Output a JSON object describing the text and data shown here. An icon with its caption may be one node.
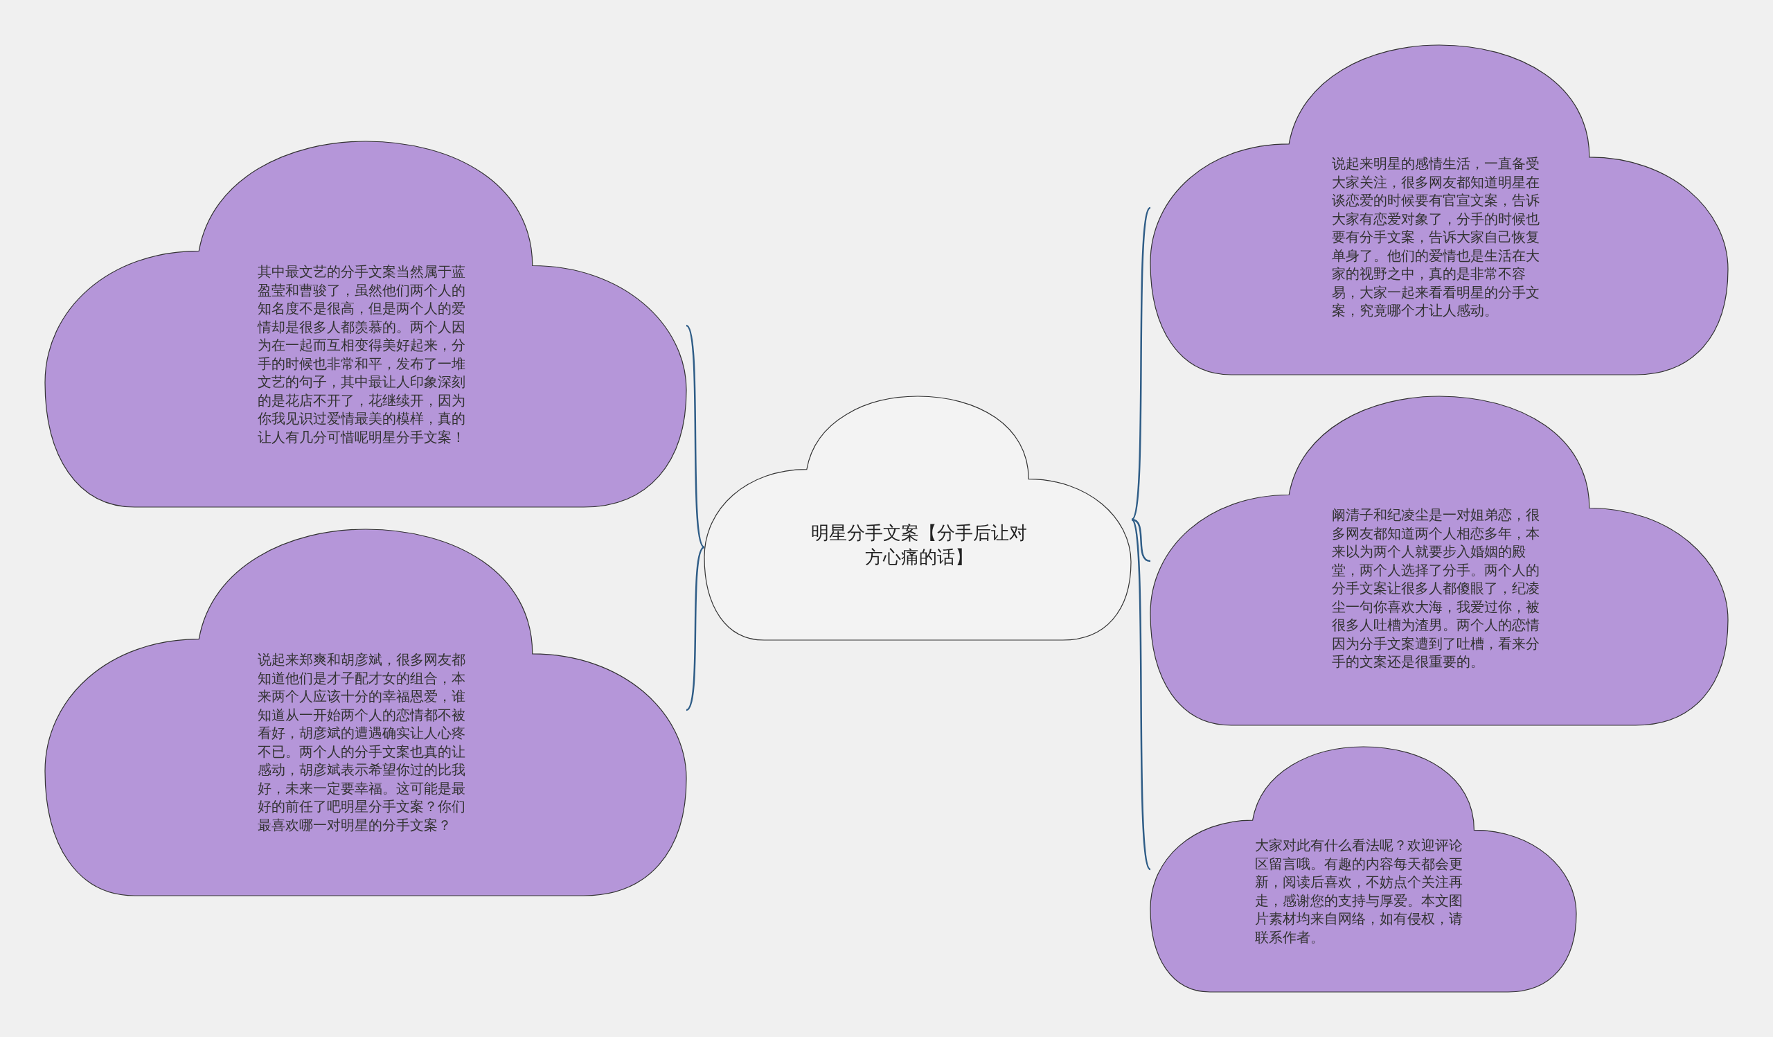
{
  "diagram": {
    "nodes": [
      {
        "text": [
          "明星分手文案【分手后让对方心痛的话】"
        ]
      },
      {
        "text": [
          "其中最文艺的分手文案当然属于蓝盈莹和曹骏了，虽然他们两个人的知名度不是很高，但是两个人的爱情却是很多人都羡慕的。两个人因为在一起而互相变得美好起来，分手的时候也非常和平，发布了一堆文艺的句子，其中最让人印象深刻的是花店不开了，花继续开，因为你我见识过爱情最美的模样，真的让人有几分可惜呢明星分手文案！"
        ]
      },
      {
        "text": [
          "说起来郑爽和胡彦斌，很多网友都知道他们是才子配才女的组合，本来两个人应该十分的幸福恩爱，谁知道从一开始两个人的恋情都不被看好，胡彦斌的遭遇确实让人心疼不已。两个人的分手文案也真的让感动，胡彦斌表示希望你过的比我好，未来一定要幸福。这可能是最好的前任了吧明星分手文案？你们最喜欢哪一对明星的分手文案？"
        ]
      },
      {
        "text": [
          "说起来明星的感情生活，一直备受大家关注，很多网友都知道明星在谈恋爱的时候要有官宣文案，告诉大家有恋爱对象了，分手的时候也要有分手文案，告诉大家自己恢复单身了。他们的爱情也是生活在大家的视野之中，真的是非常不容易，大家一起来看看明星的分手文案，究竟哪个才让人感动。"
        ]
      },
      {
        "text": [
          "阚清子和纪凌尘是一对姐弟恋，很多网友都知道两个人相恋多年，本来以为两个人就要步入婚姻的殿堂，两个人选择了分手。两个人的分手文案让很多人都傻眼了，纪凌尘一句你喜欢大海，我爱过你，被很多人吐槽为渣男。两个人的恋情因为分手文案遭到了吐槽，看来分手的文案还是很重要的。"
        ]
      },
      {
        "text": [
          "大家对此有什么看法呢？欢迎评论区留言哦。有趣的内容每天都会更新，阅读后喜欢，不妨点个关注再走，感谢您的支持与厚爱。本文图片素材均来自网络，如有侵权，请联系作者。"
        ]
      }
    ],
    "edges": [
      {
        "from": 0,
        "to": 1,
        "arrow": "none"
      },
      {
        "from": 0,
        "to": 2,
        "arrow": "none"
      },
      {
        "from": 0,
        "to": 3,
        "arrow": "none"
      },
      {
        "from": 0,
        "to": 4,
        "arrow": "none"
      },
      {
        "from": 0,
        "to": 5,
        "arrow": "none"
      }
    ]
  }
}
